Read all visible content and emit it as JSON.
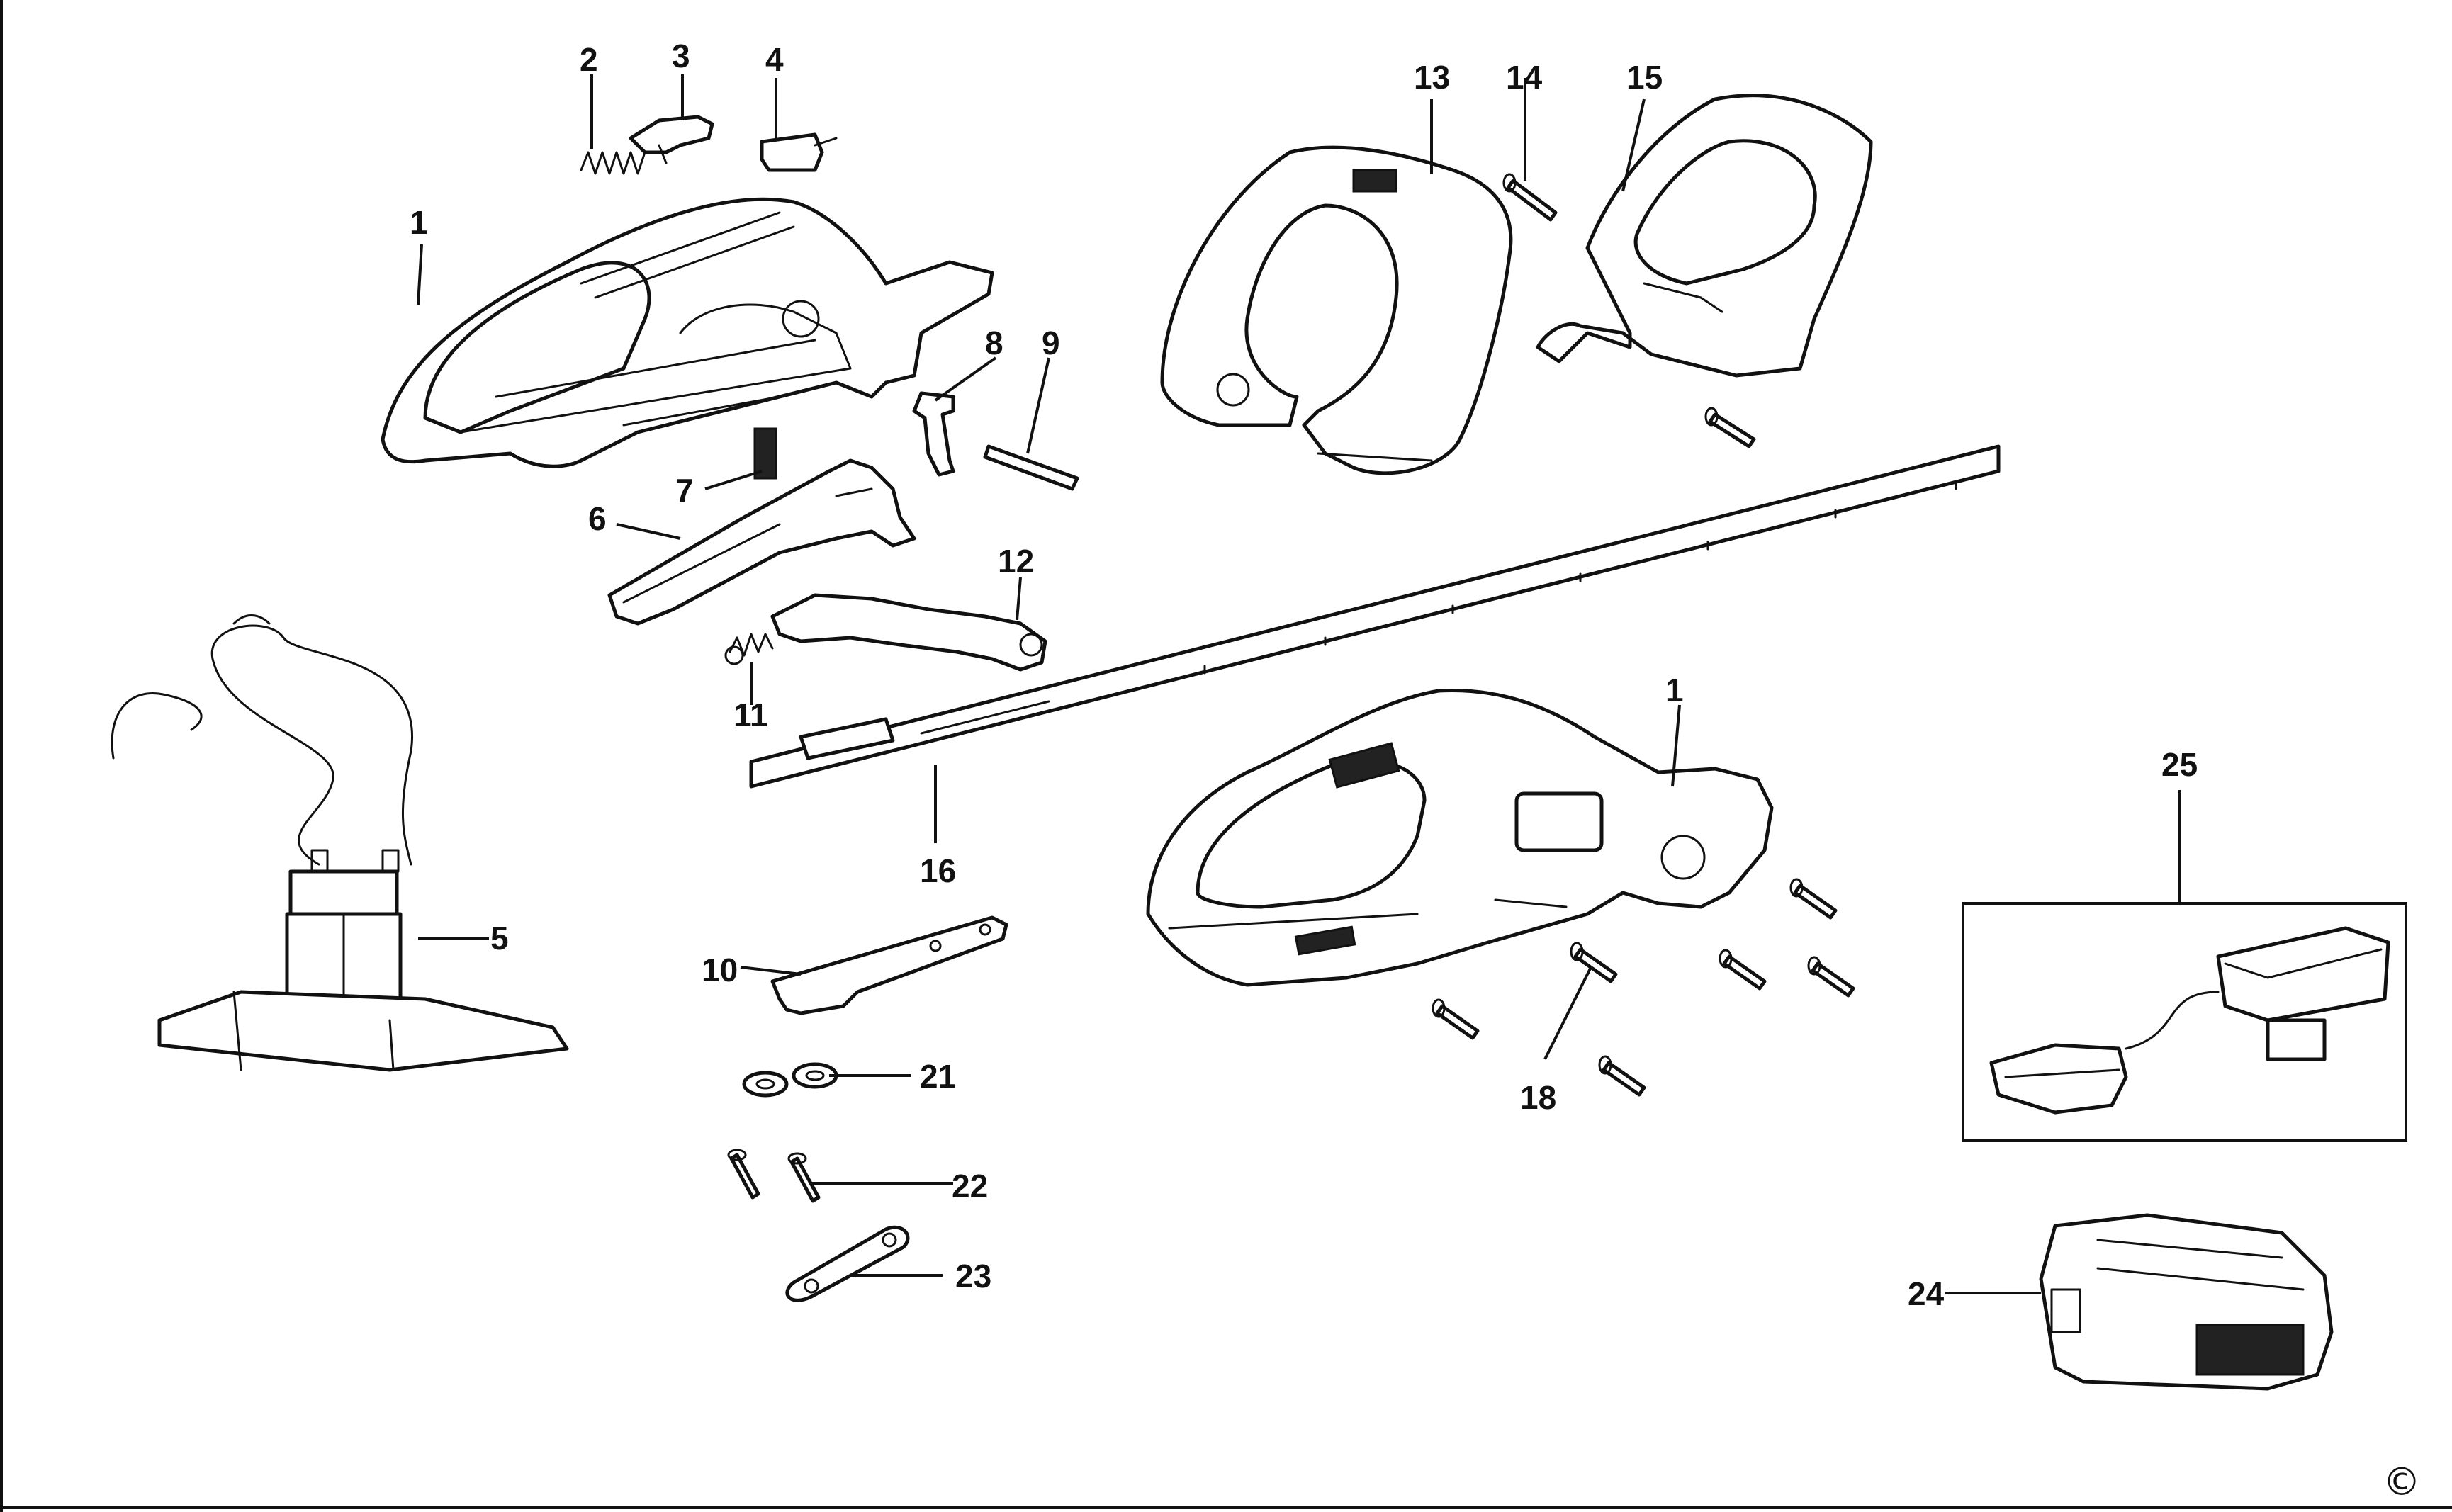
{
  "callouts": {
    "c1a": "1",
    "c2": "2",
    "c3": "3",
    "c4": "4",
    "c5": "5",
    "c6": "6",
    "c7": "7",
    "c8": "8",
    "c9": "9",
    "c10": "10",
    "c11": "11",
    "c12": "12",
    "c13": "13",
    "c14": "14",
    "c15": "15",
    "c16": "16",
    "c1b": "1",
    "c18": "18",
    "c21": "21",
    "c22": "22",
    "c23": "23",
    "c24": "24",
    "c25": "25"
  },
  "copyright_symbol": "©"
}
